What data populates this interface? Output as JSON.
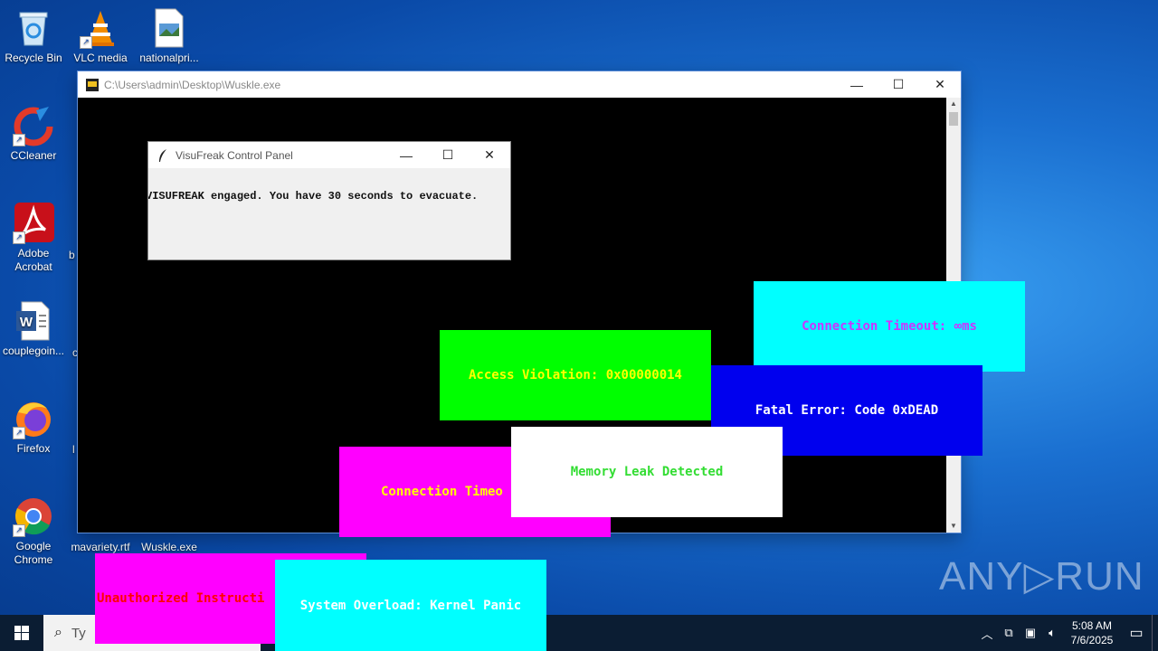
{
  "desktop": {
    "icons": [
      {
        "label": "Recycle Bin"
      },
      {
        "label": "VLC media"
      },
      {
        "label": "nationalpri..."
      },
      {
        "label": "CCleaner"
      },
      {
        "label": "Adobe Acrobat"
      },
      {
        "label": "couplegoin..."
      },
      {
        "label": "Firefox"
      },
      {
        "label": "Google Chrome"
      },
      {
        "label": "mavariety.rtf"
      },
      {
        "label": "Wuskle.exe"
      }
    ],
    "partial_labels": [
      "b",
      "c",
      "l"
    ]
  },
  "console_window": {
    "title": "C:\\Users\\admin\\Desktop\\Wuskle.exe",
    "controls": {
      "minimize": "—",
      "maximize": "☐",
      "close": "✕"
    }
  },
  "control_panel": {
    "title": "VisuFreak Control Panel",
    "message": "VISUFREAK engaged. You have 30 seconds to evacuate.",
    "controls": {
      "minimize": "—",
      "maximize": "☐",
      "close": "✕"
    }
  },
  "error_popups": [
    {
      "text": "Connection Timeout: ∞ms",
      "bg": "#00ffff",
      "fg": "#cc33ff"
    },
    {
      "text": "Access Violation: 0x00000014",
      "bg": "#00ff00",
      "fg": "#ffff00"
    },
    {
      "text": "Fatal Error: Code 0xDEAD",
      "bg": "#0000ee",
      "fg": "#ffffff"
    },
    {
      "text": "Memory Leak Detected",
      "bg": "#ffffff",
      "fg": "#33dd33"
    },
    {
      "text": "Connection Timeo",
      "bg": "#ff00ff",
      "fg": "#ffff00"
    },
    {
      "text": "Unauthorized Instructi",
      "bg": "#ff00ff",
      "fg": "#ff0000"
    },
    {
      "text": "System Overload: Kernel Panic",
      "bg": "#00ffff",
      "fg": "#ffffff"
    }
  ],
  "taskbar": {
    "search_placeholder": "Ty",
    "time": "5:08 AM",
    "date": "7/6/2025"
  },
  "watermark": {
    "text": "ANY▷RUN"
  }
}
